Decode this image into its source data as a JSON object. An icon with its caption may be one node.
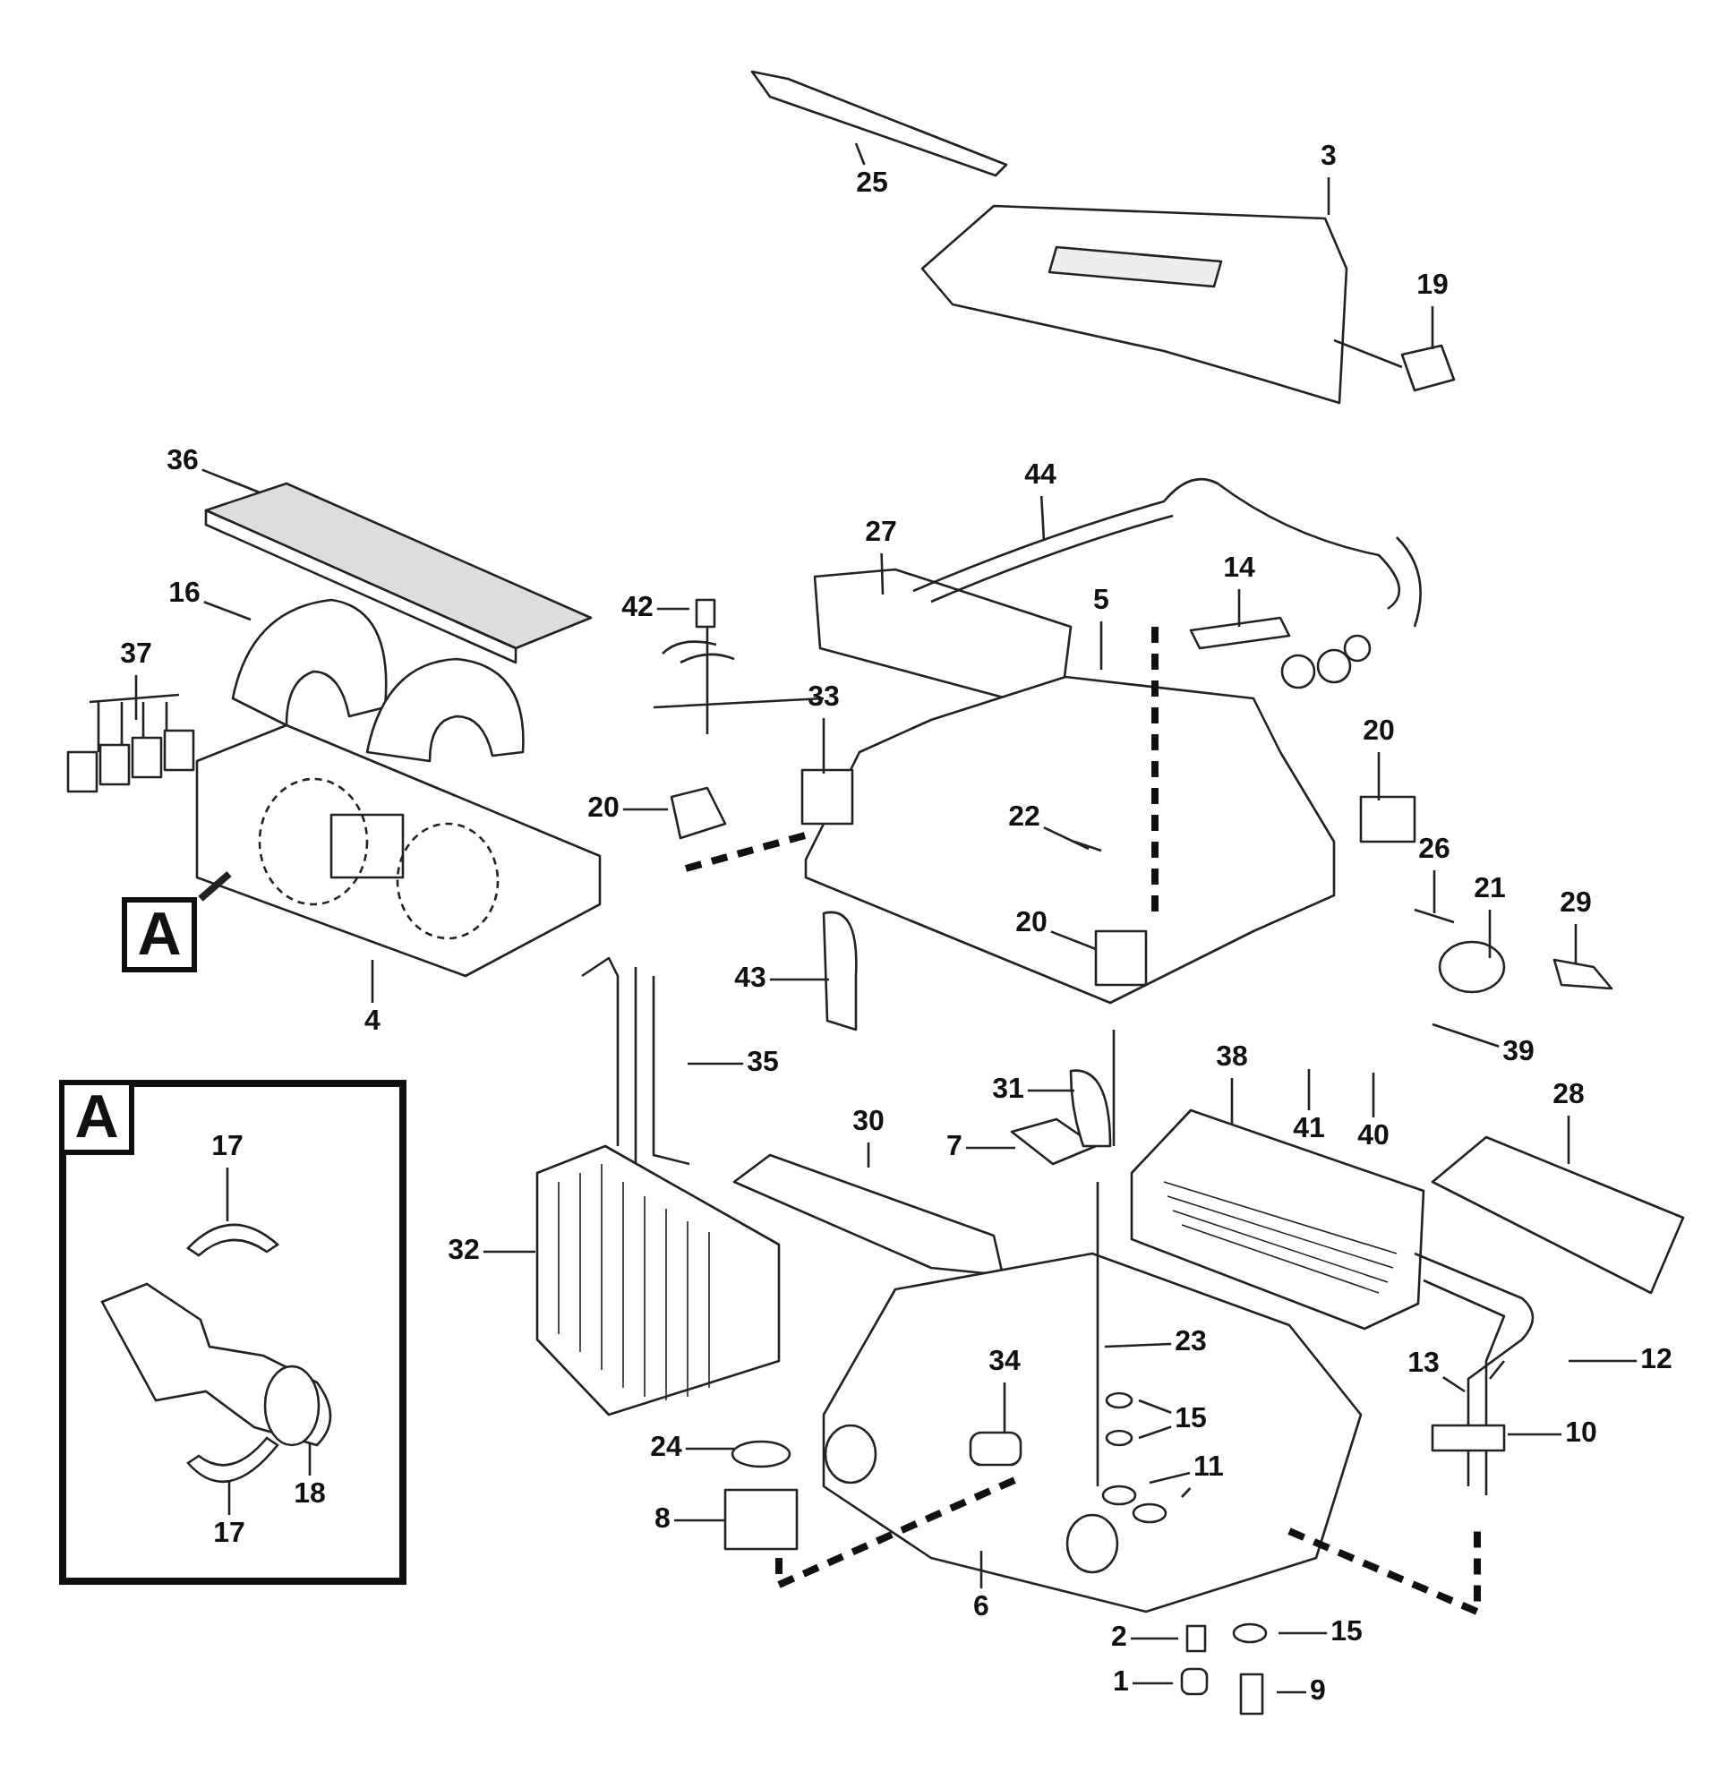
{
  "diagram": {
    "nodes": [
      {
        "text": [
          "3"
        ]
      },
      {
        "text": [
          "25"
        ]
      },
      {
        "text": [
          "19"
        ]
      },
      {
        "text": [
          "36"
        ]
      },
      {
        "text": [
          "44"
        ]
      },
      {
        "text": [
          "27"
        ]
      },
      {
        "text": [
          "14"
        ]
      },
      {
        "text": [
          "16"
        ]
      },
      {
        "text": [
          "5"
        ]
      },
      {
        "text": [
          "42"
        ]
      },
      {
        "text": [
          "37"
        ]
      },
      {
        "text": [
          "33"
        ]
      },
      {
        "text": [
          "20"
        ]
      },
      {
        "text": [
          "20"
        ]
      },
      {
        "text": [
          "22"
        ]
      },
      {
        "text": [
          "26"
        ]
      },
      {
        "text": [
          "21"
        ]
      },
      {
        "text": [
          "29"
        ]
      },
      {
        "text": [
          "20"
        ]
      },
      {
        "text": [
          "A"
        ]
      },
      {
        "text": [
          "4"
        ]
      },
      {
        "text": [
          "43"
        ]
      },
      {
        "text": [
          "35"
        ]
      },
      {
        "text": [
          "39"
        ]
      },
      {
        "text": [
          "31"
        ]
      },
      {
        "text": [
          "38"
        ]
      },
      {
        "text": [
          "41"
        ]
      },
      {
        "text": [
          "40"
        ]
      },
      {
        "text": [
          "30"
        ]
      },
      {
        "text": [
          "28"
        ]
      },
      {
        "text": [
          "7"
        ]
      },
      {
        "text": [],
        "shape": "box"
      },
      {
        "text": [
          "A"
        ],
        "in": 31
      },
      {
        "text": [
          "17"
        ],
        "in": 31
      },
      {
        "text": [
          "32"
        ]
      },
      {
        "text": [
          "13"
        ]
      },
      {
        "text": [
          "12"
        ]
      },
      {
        "text": [
          "23"
        ]
      },
      {
        "text": [
          "18"
        ],
        "in": 31
      },
      {
        "text": [
          "17"
        ],
        "in": 31
      },
      {
        "text": [
          "34"
        ]
      },
      {
        "text": [
          "15"
        ]
      },
      {
        "text": [
          "10"
        ]
      },
      {
        "text": [
          "24"
        ]
      },
      {
        "text": [
          "11"
        ]
      },
      {
        "text": [
          "8"
        ]
      },
      {
        "text": [
          "6"
        ]
      },
      {
        "text": [
          "2"
        ]
      },
      {
        "text": [
          "15"
        ]
      },
      {
        "text": [
          "1"
        ]
      },
      {
        "text": [
          "9"
        ]
      }
    ],
    "edges": [
      {
        "from": 0,
        "to": null,
        "arrow": "none"
      },
      {
        "from": 1,
        "to": null,
        "arrow": "none"
      },
      {
        "from": 2,
        "to": null,
        "arrow": "none"
      },
      {
        "from": 3,
        "to": null,
        "arrow": "none"
      },
      {
        "from": 4,
        "to": null,
        "arrow": "none"
      },
      {
        "from": 5,
        "to": null,
        "arrow": "none"
      },
      {
        "from": 6,
        "to": null,
        "arrow": "none"
      },
      {
        "from": 7,
        "to": null,
        "arrow": "none"
      },
      {
        "from": 8,
        "to": null,
        "arrow": "none"
      },
      {
        "from": 9,
        "to": null,
        "arrow": "none"
      },
      {
        "from": 10,
        "to": null,
        "arrow": "none"
      },
      {
        "from": 11,
        "to": null,
        "arrow": "none"
      },
      {
        "from": 12,
        "to": null,
        "arrow": "none"
      },
      {
        "from": 13,
        "to": null,
        "arrow": "none"
      },
      {
        "from": 14,
        "to": null,
        "arrow": "none"
      },
      {
        "from": 15,
        "to": null,
        "arrow": "none"
      },
      {
        "from": 16,
        "to": null,
        "arrow": "none"
      },
      {
        "from": 17,
        "to": null,
        "arrow": "none"
      },
      {
        "from": 18,
        "to": null,
        "arrow": "none"
      },
      {
        "from": 19,
        "to": null,
        "arrow": "none",
        "style": "thick"
      },
      {
        "from": 20,
        "to": null,
        "arrow": "none"
      },
      {
        "from": 21,
        "to": null,
        "arrow": "none"
      },
      {
        "from": 22,
        "to": null,
        "arrow": "none"
      },
      {
        "from": 23,
        "to": null,
        "arrow": "none"
      },
      {
        "from": 24,
        "to": null,
        "arrow": "none"
      },
      {
        "from": 25,
        "to": null,
        "arrow": "none"
      },
      {
        "from": 26,
        "to": null,
        "arrow": "none"
      },
      {
        "from": 27,
        "to": null,
        "arrow": "none"
      },
      {
        "from": 28,
        "to": null,
        "arrow": "none"
      },
      {
        "from": 29,
        "to": null,
        "arrow": "none"
      },
      {
        "from": 30,
        "to": null,
        "arrow": "none"
      },
      {
        "from": 33,
        "to": null,
        "arrow": "none"
      },
      {
        "from": 34,
        "to": null,
        "arrow": "none"
      },
      {
        "from": 35,
        "to": null,
        "arrow": "none"
      },
      {
        "from": 36,
        "to": null,
        "arrow": "none"
      },
      {
        "from": 37,
        "to": null,
        "arrow": "none"
      },
      {
        "from": 38,
        "to": null,
        "arrow": "none"
      },
      {
        "from": 39,
        "to": null,
        "arrow": "none"
      },
      {
        "from": 40,
        "to": null,
        "arrow": "none"
      },
      {
        "from": 41,
        "to": null,
        "arrow": "none"
      },
      {
        "from": 41,
        "to": null,
        "arrow": "none"
      },
      {
        "from": 42,
        "to": null,
        "arrow": "none"
      },
      {
        "from": 43,
        "to": null,
        "arrow": "none"
      },
      {
        "from": 44,
        "to": null,
        "arrow": "none"
      },
      {
        "from": 44,
        "to": null,
        "arrow": "none"
      },
      {
        "from": 45,
        "to": null,
        "arrow": "none"
      },
      {
        "from": 46,
        "to": null,
        "arrow": "none"
      },
      {
        "from": 47,
        "to": null,
        "arrow": "none"
      },
      {
        "from": 48,
        "to": null,
        "arrow": "none"
      },
      {
        "from": 49,
        "to": null,
        "arrow": "none"
      },
      {
        "from": 50,
        "to": null,
        "arrow": "none"
      }
    ]
  }
}
